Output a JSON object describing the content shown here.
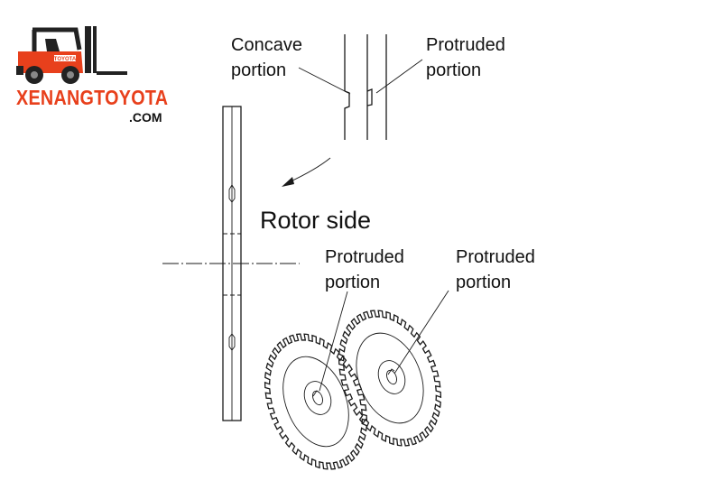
{
  "logo": {
    "brand_text": "XENANGTOYOTA",
    "brand_suffix": ".COM",
    "forklift_badge": "TOYOTA",
    "colors": {
      "brand": "#e8401c",
      "forklift_body": "#e8401c",
      "dark": "#111111"
    },
    "icon": "forklift-icon"
  },
  "labels": {
    "concave_portion": "Concave\nportion",
    "protruded_portion_top": "Protruded\nportion",
    "rotor_side": "Rotor side",
    "protruded_portion_left_gear": "Protruded\nportion",
    "protruded_portion_right_gear": "Protruded\nportion"
  },
  "gears": {
    "tooth_count": 40
  }
}
